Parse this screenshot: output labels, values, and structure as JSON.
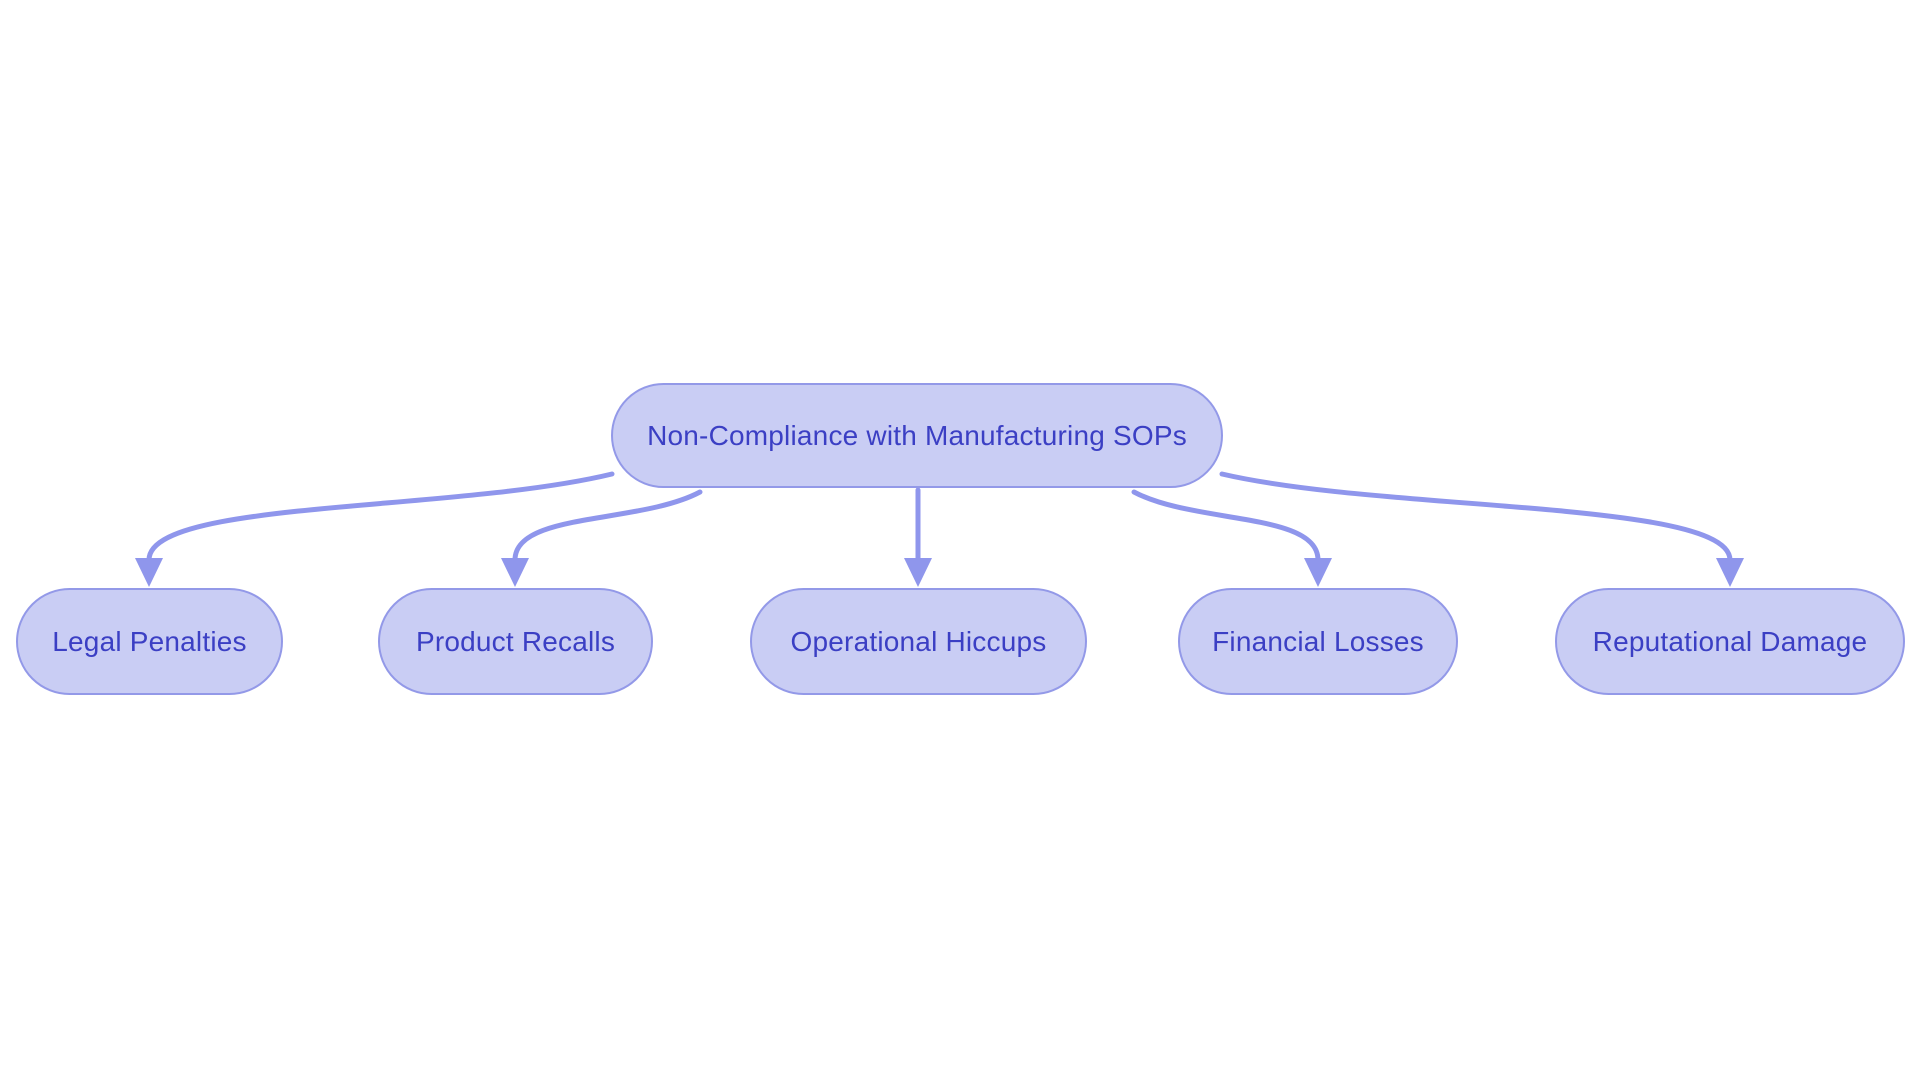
{
  "diagram": {
    "type": "flowchart",
    "direction": "top-down",
    "root": {
      "id": "root",
      "label": "Non-Compliance with Manufacturing SOPs"
    },
    "children": [
      {
        "id": "legal-penalties",
        "label": "Legal Penalties"
      },
      {
        "id": "product-recalls",
        "label": "Product Recalls"
      },
      {
        "id": "operational-hiccups",
        "label": "Operational Hiccups"
      },
      {
        "id": "financial-losses",
        "label": "Financial Losses"
      },
      {
        "id": "reputational-damage",
        "label": "Reputational Damage"
      }
    ],
    "edges": [
      {
        "from": "root",
        "to": "legal-penalties"
      },
      {
        "from": "root",
        "to": "product-recalls"
      },
      {
        "from": "root",
        "to": "operational-hiccups"
      },
      {
        "from": "root",
        "to": "financial-losses"
      },
      {
        "from": "root",
        "to": "reputational-damage"
      }
    ],
    "colors": {
      "node_fill": "#c9cdf4",
      "node_border": "#9399e8",
      "node_text": "#3b3fc4",
      "edge": "#8f96ec",
      "background": "#ffffff"
    }
  }
}
